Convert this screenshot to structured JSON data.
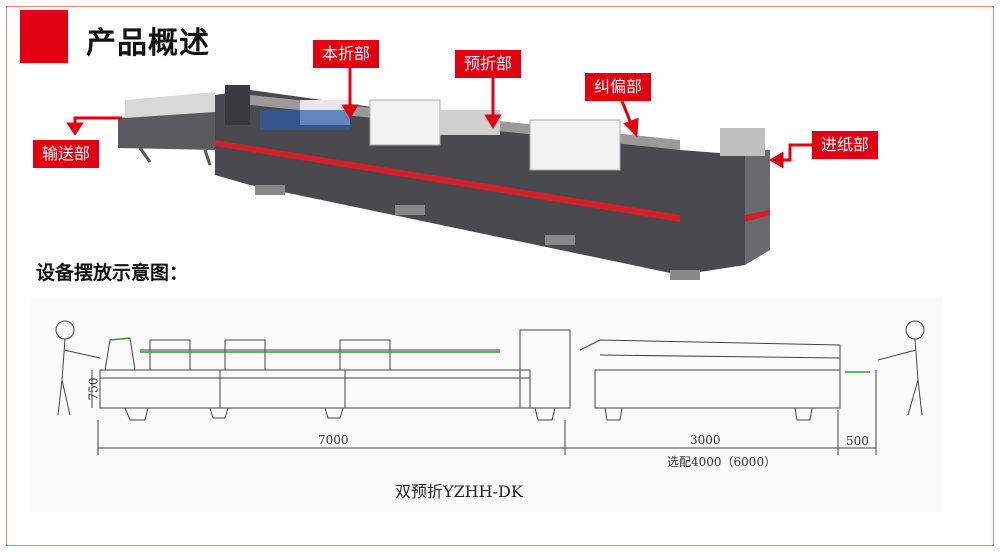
{
  "header": {
    "title": "产品概述"
  },
  "labels": {
    "benzhe": "本折部",
    "yuzhe": "预折部",
    "jiupian": "纠偏部",
    "shusong": "输送部",
    "jinzhi": "进纸部"
  },
  "layout_title": "设备摆放示意图：",
  "diagram": {
    "height": "750",
    "length_main": "7000",
    "length_feed": "3000",
    "option": "选配4000（6000）",
    "gap": "500",
    "caption": "双预折YZHH-DK"
  },
  "colors": {
    "accent": "#e00012",
    "machine": "#4a4a4e"
  }
}
